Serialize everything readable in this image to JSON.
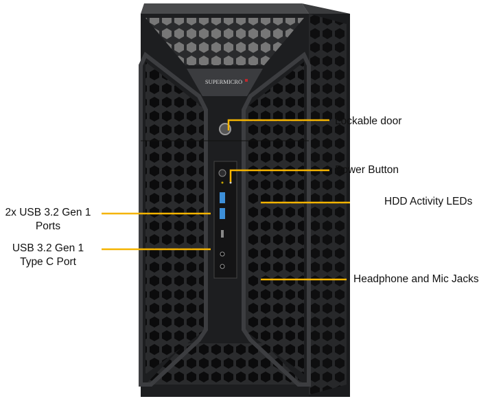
{
  "brand": "SUPERMICRO",
  "callout_color": "#f5b400",
  "labels": {
    "lockable_door": "Lockable door",
    "power_button": "Power Button",
    "hdd_leds": "HDD Activity LEDs",
    "audio_jacks": "Headphone and Mic Jacks",
    "usb_ports_line1": "2x USB 3.2 Gen 1",
    "usb_ports_line2": "Ports",
    "usbc_line1": "USB 3.2 Gen 1",
    "usbc_line2": "Type C Port"
  }
}
